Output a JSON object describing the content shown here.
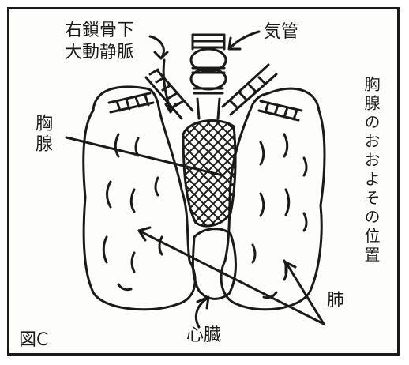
{
  "labels": {
    "subclavian_line1": "右鎖骨下",
    "subclavian_line2": "大動静脈",
    "trachea": "気管",
    "thymus": "胸腺",
    "caption_vertical": "胸腺のおおよその位置",
    "lungs": "肺",
    "heart": "心臓",
    "figure": "図C"
  },
  "colors": {
    "ink": "#1a1a1a",
    "paper": "#fdfdfb"
  }
}
